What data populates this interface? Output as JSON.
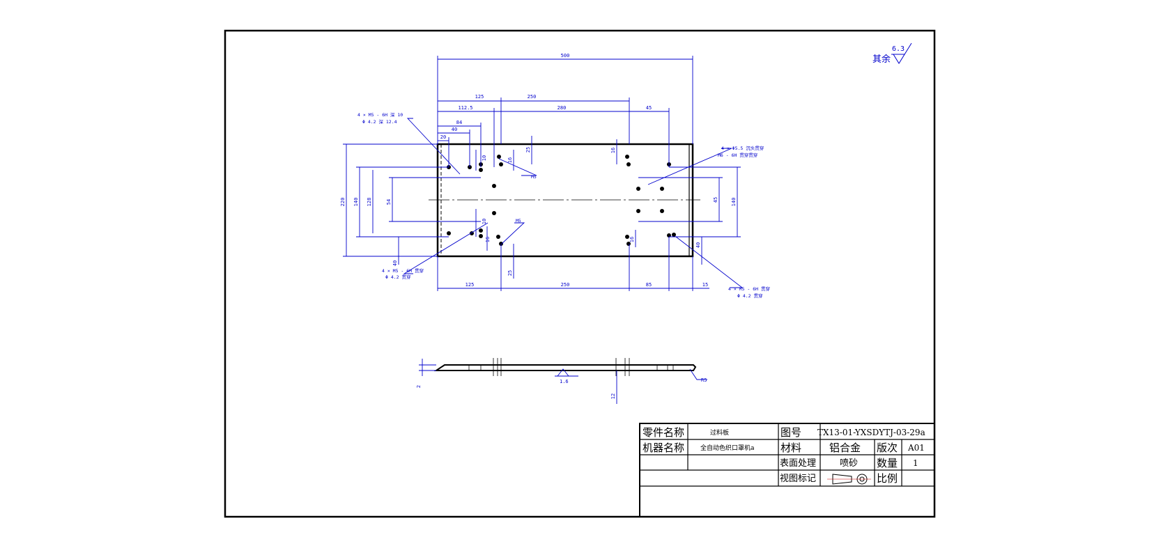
{
  "roughness": {
    "prefix": "其余",
    "value": "6.3"
  },
  "dims_h": {
    "total": "500",
    "d125": "125",
    "d250": "250",
    "d112_5": "112.5",
    "d280": "280",
    "d45": "45",
    "d84": "84",
    "d40": "40",
    "d20": "20",
    "b125": "125",
    "b250": "250",
    "b85": "85",
    "b15": "15"
  },
  "dims_v": {
    "d220": "220",
    "d140": "140",
    "d128": "128",
    "d54": "54",
    "d40": "40",
    "r40": "40",
    "r45": "45",
    "r140": "140",
    "s10a": "10",
    "s16a": "16",
    "s25a": "25",
    "s10b": "10",
    "s16b": "16",
    "s25b": "25",
    "s16c": "16",
    "s16d": "16"
  },
  "notes": {
    "tl1": "4 × M5 - 6H 深 10",
    "tl2": "Φ 4.2 深 12.4",
    "bl1": "4 × M5 - 6H 贯穿",
    "bl2": "Φ 4.2 贯穿",
    "tr1": "4 × Φ5.5 沉头贯穿",
    "tr2": "M6 - 6H 贯穿贯穿",
    "br1": "4 × M5 - 6H 贯穿",
    "br2": "Φ 4.2 贯穿",
    "m5a": "M5",
    "m5b": "M5"
  },
  "side_view": {
    "thk": "2",
    "h12": "12",
    "rough": "1.6",
    "r5": "R5"
  },
  "title_block": {
    "part_name_label": "零件名称",
    "part_name": "过料板",
    "drawing_no_label": "图号",
    "drawing_no": "TX13-01-YXSDYTJ-03-29a",
    "machine_label": "机器名称",
    "material_label": "材料",
    "material": "铝合金",
    "version_label": "版次",
    "version": "A01",
    "machine_name": "全自动色织口罩机a",
    "surface_label": "表面处理",
    "surface": "喷砂",
    "qty_label": "数量",
    "qty": "1",
    "view_label": "视图标记",
    "scale_label": "比例"
  },
  "colors": {
    "dimension": "#0000cc",
    "outline": "#000000"
  }
}
